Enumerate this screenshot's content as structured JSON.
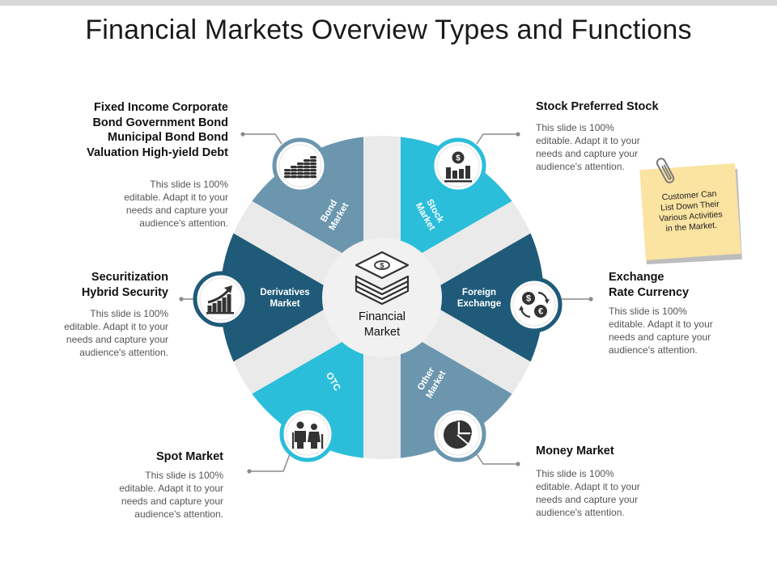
{
  "title": "Financial Markets Overview Types and Functions",
  "center_label": [
    "Financial",
    "Market"
  ],
  "colors": {
    "dark": "#1f5a79",
    "light": "#2bbedb",
    "gray": "#6b96ae",
    "ring_bg": "#eaeaea",
    "connector": "#8a8a8a"
  },
  "segments": [
    {
      "label": [
        "Bond",
        "Market"
      ],
      "color": "gray",
      "icon": "coins-stack-icon"
    },
    {
      "label": [
        "Stock",
        "Market"
      ],
      "color": "light",
      "icon": "dollar-bar-chart-icon"
    },
    {
      "label": [
        "Foreign",
        "Exchange"
      ],
      "color": "dark",
      "icon": "currency-exchange-icon"
    },
    {
      "label": [
        "Other",
        "Market"
      ],
      "color": "gray",
      "icon": "pie-chart-icon"
    },
    {
      "label": [
        "OTC"
      ],
      "color": "light",
      "icon": "people-icon"
    },
    {
      "label": [
        "Derivatives",
        "Market"
      ],
      "color": "dark",
      "icon": "growth-chart-icon"
    }
  ],
  "callouts": {
    "bond": {
      "heading": [
        "Fixed Income Corporate",
        "Bond Government Bond",
        "Municipal Bond Bond",
        "Valuation High-yield Debt"
      ],
      "body": [
        "This slide is 100%",
        "editable. Adapt it to your",
        "needs and capture your",
        "audience's attention."
      ]
    },
    "stock": {
      "heading": [
        "Stock Preferred Stock"
      ],
      "body": [
        "This slide is 100%",
        "editable. Adapt it to your",
        "needs and capture your",
        "audience's attention."
      ]
    },
    "securitization": {
      "heading": [
        "Securitization",
        "Hybrid Security"
      ],
      "body": [
        "This slide is 100%",
        "editable. Adapt it to your",
        "needs and capture your",
        "audience's attention."
      ]
    },
    "exchange": {
      "heading": [
        "Exchange",
        "Rate Currency"
      ],
      "body": [
        "This slide is 100%",
        "editable. Adapt it to your",
        "needs and capture your",
        "audience's attention."
      ]
    },
    "spot": {
      "heading": [
        "Spot Market"
      ],
      "body": [
        "This slide is 100%",
        "editable. Adapt it to your",
        "needs and capture your",
        "audience's attention."
      ]
    },
    "money": {
      "heading": [
        "Money Market"
      ],
      "body": [
        "This slide is 100%",
        "editable. Adapt it to your",
        "needs and capture your",
        "audience's attention."
      ]
    }
  },
  "note": [
    "Customer Can",
    "List Down Their",
    "Various Activities",
    "in the Market."
  ]
}
